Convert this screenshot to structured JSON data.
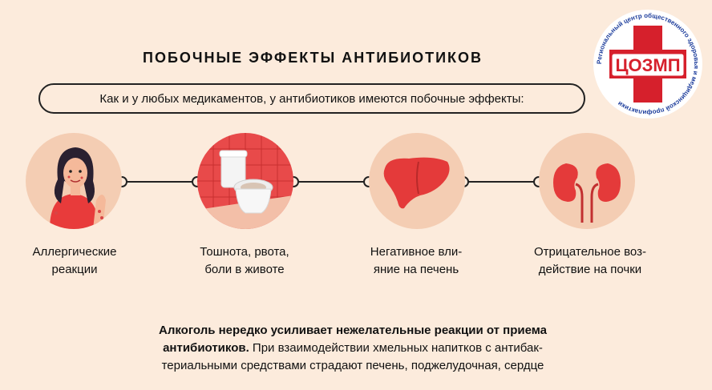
{
  "header": {
    "title": "ПОБОЧНЫЕ ЭФФЕКТЫ АНТИБИОТИКОВ",
    "intro": "Как и у любых медикаментов, у антибиотиков имеются побочные эффекты:"
  },
  "logo": {
    "text": "ЦОЗМП",
    "ring_text": "Региональный центр общественного здоровья и медицинской профилактики",
    "colors": {
      "cross": "#d6202c",
      "ring_text": "#1e3e9c"
    }
  },
  "effects": [
    {
      "line1": "Аллергические",
      "line2": "реакции",
      "icon": "woman-allergy-icon"
    },
    {
      "line1": "Тошнота, рвота,",
      "line2": "боли в животе",
      "icon": "toilet-icon"
    },
    {
      "line1": "Негативное вли-",
      "line2": "яние на печень",
      "icon": "liver-icon"
    },
    {
      "line1": "Отрицательное воз-",
      "line2": "действие на почки",
      "icon": "kidneys-icon"
    }
  ],
  "footer": {
    "bold1": "Алкоголь нередко усиливает нежелательные реакции от приема",
    "bold2": "антибиотиков.",
    "rest2": " При взаимодействии хмельных напитков с антибак-",
    "line3": "териальными средствами страдают печень, поджелудочная, сердце"
  },
  "colors": {
    "background": "#fcebdc",
    "circle": "#f4cdb3",
    "accent_red": "#e03a3a"
  }
}
